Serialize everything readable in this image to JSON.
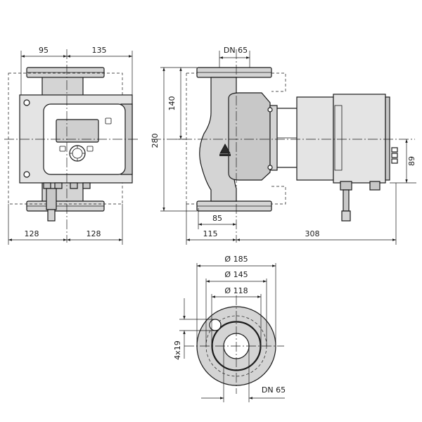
{
  "front_view": {
    "dim_top_left": "95",
    "dim_top_right": "135",
    "dim_bottom_left": "128",
    "dim_bottom_right": "128"
  },
  "side_view": {
    "dim_flange": "DN 65",
    "dim_half_height": "140",
    "dim_total_height": "280",
    "dim_axis_offset": "85",
    "dim_inlet_length": "115",
    "dim_motor_length": "308",
    "dim_terminal": "89"
  },
  "flange_view": {
    "dim_outer_diameter": "Ø 185",
    "dim_bolt_circle": "Ø 145",
    "dim_raised_face": "Ø 118",
    "dim_bolt_holes": "4x19",
    "dim_nominal": "DN 65"
  },
  "icons": {
    "knob": "control-knob-icon",
    "warning": "warning-triangle-icon"
  }
}
